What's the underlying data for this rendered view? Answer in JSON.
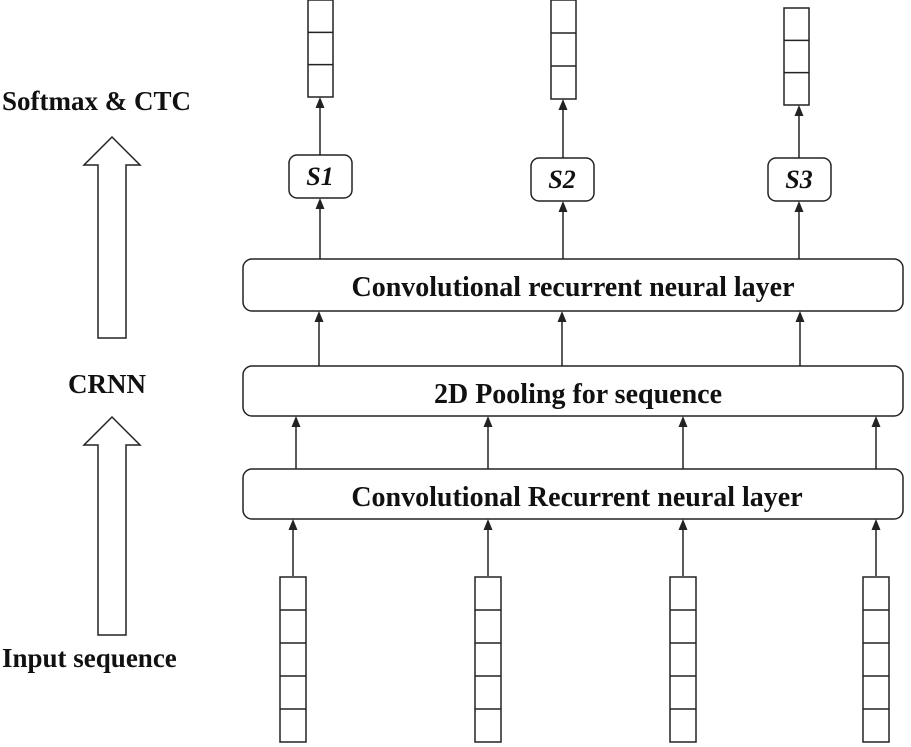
{
  "side_labels": {
    "top": "Softmax & CTC",
    "middle": "CRNN",
    "bottom": "Input sequence"
  },
  "layers": {
    "top": "Convolutional recurrent neural layer",
    "pooling": "2D Pooling for sequence",
    "bottom": "Convolutional Recurrent neural layer"
  },
  "outputs": [
    {
      "label": "S1"
    },
    {
      "label": "S2"
    },
    {
      "label": "S3"
    }
  ],
  "colors": {
    "stroke": "#222222",
    "text": "#111111",
    "background": "#ffffff"
  }
}
